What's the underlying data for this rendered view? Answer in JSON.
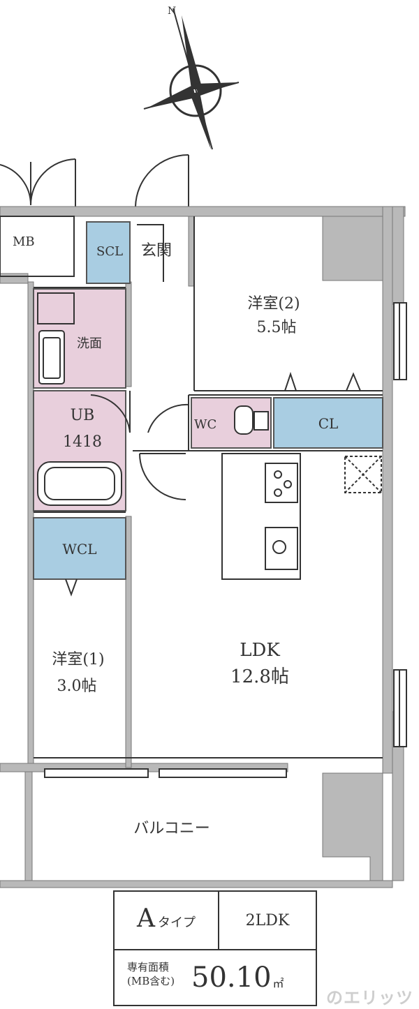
{
  "compass": {
    "north_label": "N"
  },
  "rooms": {
    "mb": "MB",
    "scl": "SCL",
    "genkan": "玄関",
    "yoshitsu2_name": "洋室(2)",
    "yoshitsu2_size": "5.5帖",
    "senmen": "洗面",
    "ub_name": "UB",
    "ub_size": "1418",
    "wc": "WC",
    "cl": "CL",
    "wcl": "WCL",
    "ldk_name": "LDK",
    "ldk_size": "12.8帖",
    "yoshitsu1_name": "洋室(1)",
    "yoshitsu1_size": "3.0帖",
    "balcony": "バルコニー"
  },
  "info": {
    "type_letter": "A",
    "type_suffix": "タイプ",
    "layout": "2LDK",
    "area_label_line1": "専有面積",
    "area_label_line2": "(MB含む)",
    "area_value": "50.10",
    "area_unit": "㎡"
  },
  "watermark": "のエリッツ",
  "colors": {
    "wall": "#b9b9b9",
    "storage_blue": "#a9cde2",
    "wet_pink": "#e8cfdc",
    "line": "#333333"
  }
}
